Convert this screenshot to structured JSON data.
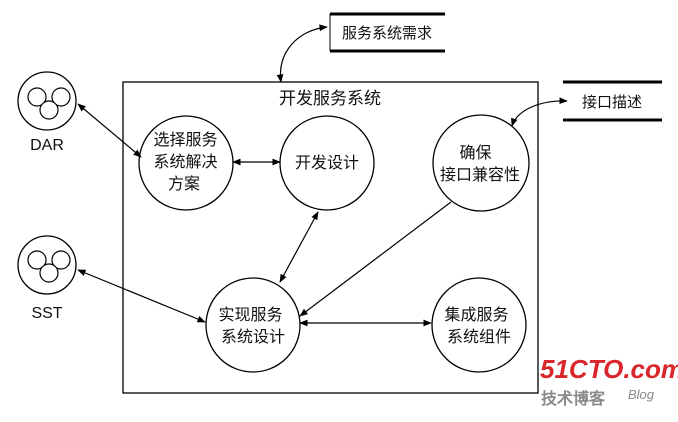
{
  "title": "开发服务系统",
  "requirement_store": "服务系统需求",
  "interface_store": "接口描述",
  "actors": {
    "dar": "DAR",
    "sst": "SST"
  },
  "processes": {
    "select_solution": [
      "选择服务",
      "系统解决",
      "方案"
    ],
    "develop_design": [
      "开发设计"
    ],
    "ensure_interface": [
      "确保",
      "接口兼容性"
    ],
    "implement_design": [
      "实现服务",
      "系统设计"
    ],
    "integrate_components": [
      "集成服务",
      "系统组件"
    ]
  },
  "watermark": {
    "main": "51CTO.com",
    "sub": "技术博客",
    "blog": "Blog"
  },
  "colors": {
    "line": "#000000",
    "watermark_red": "#d8262b",
    "watermark_gray": "#8a8a8a"
  }
}
